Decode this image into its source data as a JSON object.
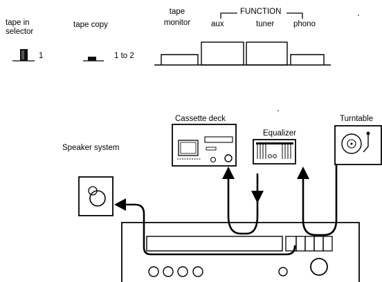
{
  "top_panel": {
    "tape_in_selector": {
      "label_line1": "tape in",
      "label_line2": "selector",
      "position_label": "1"
    },
    "tape_copy": {
      "label": "tape copy",
      "position_label": "1 to 2"
    },
    "tape_monitor": {
      "label_line1": "tape",
      "label_line2": "monitor"
    },
    "function_group": {
      "title": "FUNCTION",
      "aux_label": "aux",
      "tuner_label": "tuner",
      "phono_label": "phono"
    }
  },
  "diagram": {
    "cassette_deck_label": "Cassette deck",
    "equalizer_label": "Equalizer",
    "turntable_label": "Turntable",
    "speaker_label": "Speaker system"
  }
}
